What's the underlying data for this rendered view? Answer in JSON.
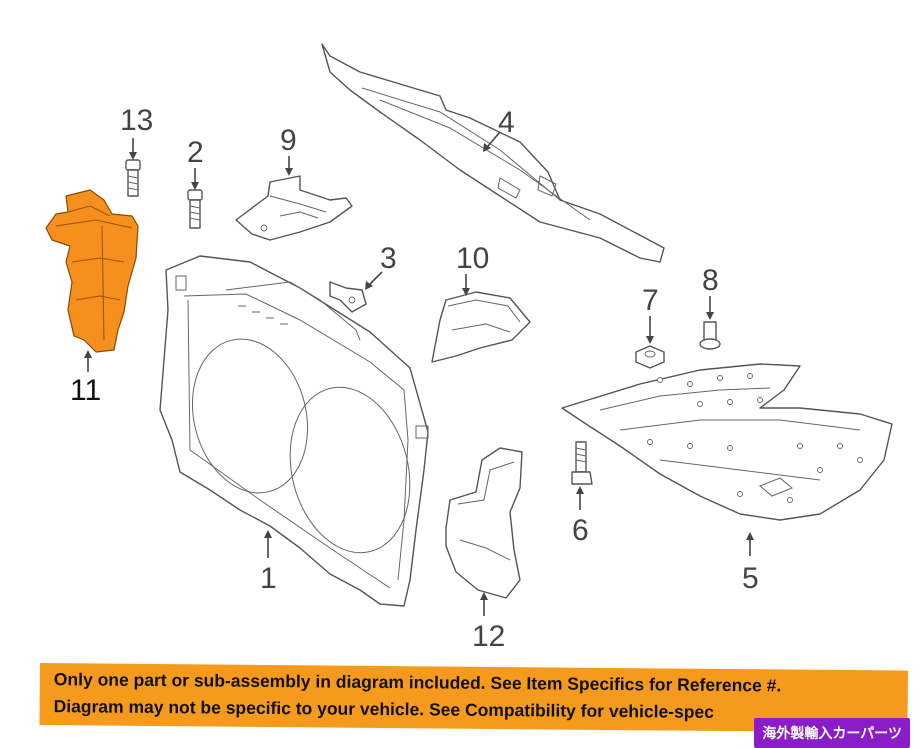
{
  "callouts": {
    "c1": "1",
    "c2": "2",
    "c3": "3",
    "c4": "4",
    "c5": "5",
    "c6": "6",
    "c7": "7",
    "c8": "8",
    "c9": "9",
    "c10": "10",
    "c11": "11",
    "c12": "12",
    "c13": "13"
  },
  "highlight_color": "#f5901e",
  "banner": {
    "line1": "Only one part or sub-assembly in diagram included. See Item Specifics for Reference #.",
    "line2": "Diagram may not be specific to your vehicle. See Compatibility for vehicle-spec",
    "color": "#f59a1c"
  },
  "watermark": {
    "text": "海外製輸入カーパーツ",
    "color": "#8a1cc9"
  }
}
